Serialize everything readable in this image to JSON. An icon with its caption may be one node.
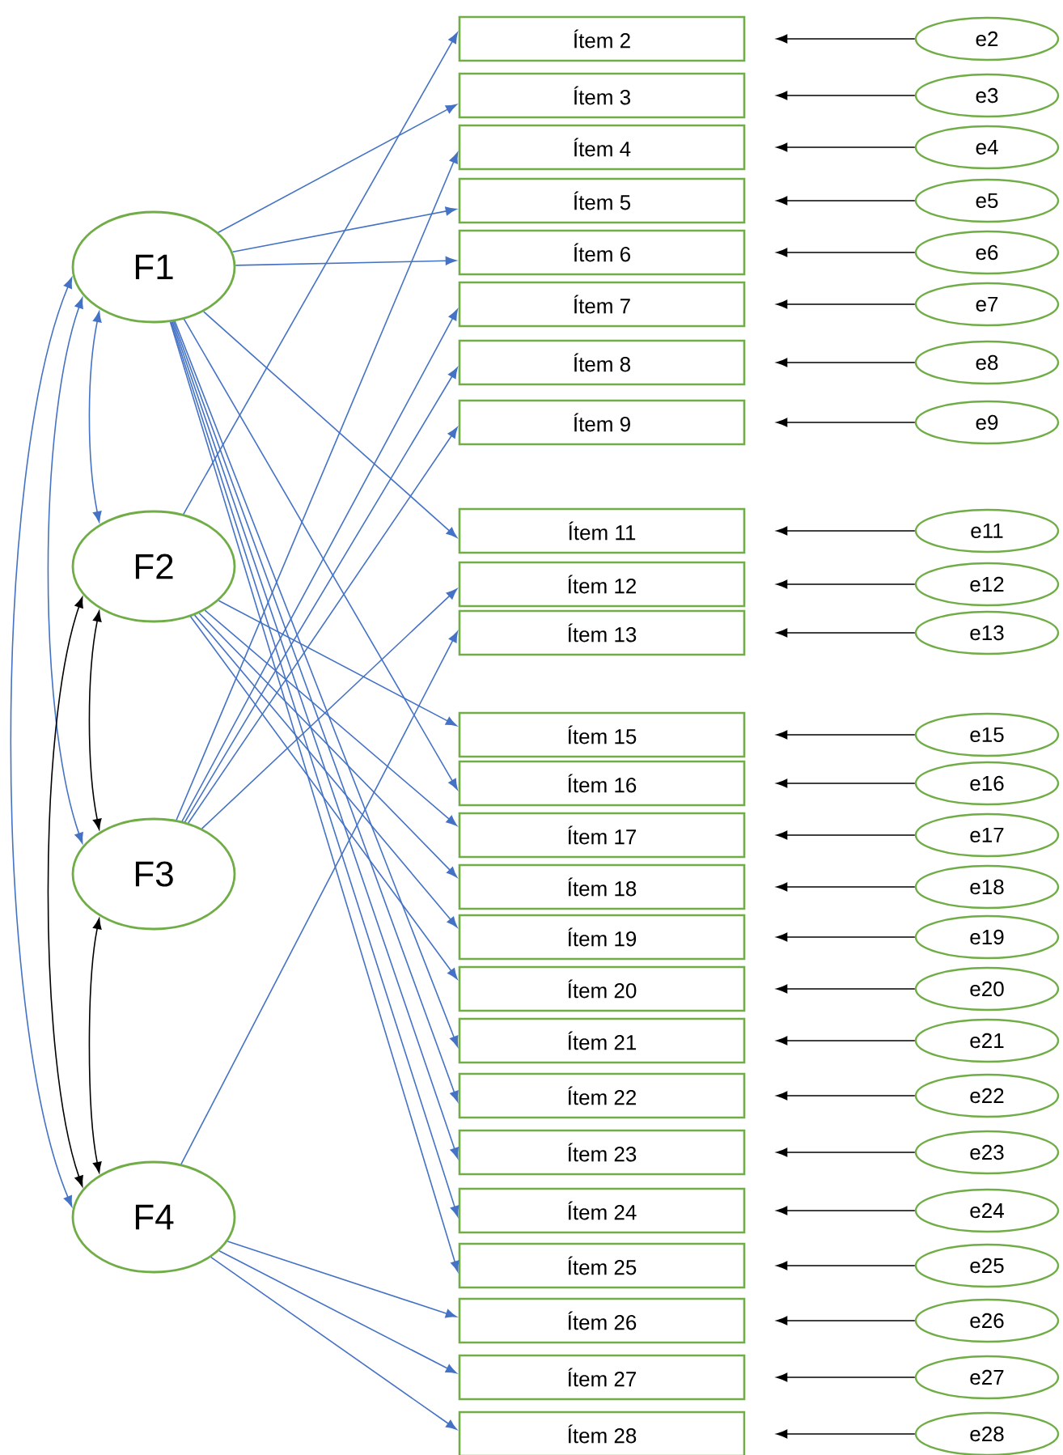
{
  "diagram": {
    "nodes": [
      {
        "text": [
          "F1"
        ]
      },
      {
        "text": [
          "F2"
        ]
      },
      {
        "text": [
          "F3"
        ]
      },
      {
        "text": [
          "F4"
        ]
      },
      {
        "text": [
          "Ítem 2"
        ]
      },
      {
        "text": [
          "Ítem 3"
        ]
      },
      {
        "text": [
          "Ítem 4"
        ]
      },
      {
        "text": [
          "Ítem 5"
        ]
      },
      {
        "text": [
          "Ítem 6"
        ]
      },
      {
        "text": [
          "Ítem 7"
        ]
      },
      {
        "text": [
          "Ítem 8"
        ]
      },
      {
        "text": [
          "Ítem 9"
        ]
      },
      {
        "text": [
          "Ítem 11"
        ]
      },
      {
        "text": [
          "Ítem 12"
        ]
      },
      {
        "text": [
          "Ítem 13"
        ]
      },
      {
        "text": [
          "Ítem 15"
        ]
      },
      {
        "text": [
          "Ítem 16"
        ]
      },
      {
        "text": [
          "Ítem 17"
        ]
      },
      {
        "text": [
          "Ítem 18"
        ]
      },
      {
        "text": [
          "Ítem 19"
        ]
      },
      {
        "text": [
          "Ítem 20"
        ]
      },
      {
        "text": [
          "Ítem 21"
        ]
      },
      {
        "text": [
          "Ítem 22"
        ]
      },
      {
        "text": [
          "Ítem 23"
        ]
      },
      {
        "text": [
          "Ítem 24"
        ]
      },
      {
        "text": [
          "Ítem 25"
        ]
      },
      {
        "text": [
          "Ítem 26"
        ]
      },
      {
        "text": [
          "Ítem 27"
        ]
      },
      {
        "text": [
          "Ítem 28"
        ]
      },
      {
        "text": [
          "e2"
        ]
      },
      {
        "text": [
          "e3"
        ]
      },
      {
        "text": [
          "e4"
        ]
      },
      {
        "text": [
          "e5"
        ]
      },
      {
        "text": [
          "e6"
        ]
      },
      {
        "text": [
          "e7"
        ]
      },
      {
        "text": [
          "e8"
        ]
      },
      {
        "text": [
          "e9"
        ]
      },
      {
        "text": [
          "e11"
        ]
      },
      {
        "text": [
          "e12"
        ]
      },
      {
        "text": [
          "e13"
        ]
      },
      {
        "text": [
          "e15"
        ]
      },
      {
        "text": [
          "e16"
        ]
      },
      {
        "text": [
          "e17"
        ]
      },
      {
        "text": [
          "e18"
        ]
      },
      {
        "text": [
          "e19"
        ]
      },
      {
        "text": [
          "e20"
        ]
      },
      {
        "text": [
          "e21"
        ]
      },
      {
        "text": [
          "e22"
        ]
      },
      {
        "text": [
          "e23"
        ]
      },
      {
        "text": [
          "e24"
        ]
      },
      {
        "text": [
          "e25"
        ]
      },
      {
        "text": [
          "e26"
        ]
      },
      {
        "text": [
          "e27"
        ]
      },
      {
        "text": [
          "e28"
        ]
      }
    ],
    "edges": [
      {
        "from": 0,
        "to": 5,
        "arrow": "to"
      },
      {
        "from": 0,
        "to": 7,
        "arrow": "to"
      },
      {
        "from": 0,
        "to": 8,
        "arrow": "to"
      },
      {
        "from": 0,
        "to": 12,
        "arrow": "to"
      },
      {
        "from": 0,
        "to": 16,
        "arrow": "to"
      },
      {
        "from": 0,
        "to": 21,
        "arrow": "to"
      },
      {
        "from": 0,
        "to": 22,
        "arrow": "to"
      },
      {
        "from": 0,
        "to": 23,
        "arrow": "to"
      },
      {
        "from": 0,
        "to": 24,
        "arrow": "to"
      },
      {
        "from": 0,
        "to": 25,
        "arrow": "to"
      },
      {
        "from": 1,
        "to": 4,
        "arrow": "to"
      },
      {
        "from": 1,
        "to": 15,
        "arrow": "to"
      },
      {
        "from": 1,
        "to": 17,
        "arrow": "to"
      },
      {
        "from": 1,
        "to": 18,
        "arrow": "to"
      },
      {
        "from": 1,
        "to": 19,
        "arrow": "to"
      },
      {
        "from": 1,
        "to": 20,
        "arrow": "to"
      },
      {
        "from": 2,
        "to": 6,
        "arrow": "to"
      },
      {
        "from": 2,
        "to": 9,
        "arrow": "to"
      },
      {
        "from": 2,
        "to": 10,
        "arrow": "to"
      },
      {
        "from": 2,
        "to": 11,
        "arrow": "to"
      },
      {
        "from": 2,
        "to": 13,
        "arrow": "to"
      },
      {
        "from": 3,
        "to": 14,
        "arrow": "to"
      },
      {
        "from": 3,
        "to": 26,
        "arrow": "to"
      },
      {
        "from": 3,
        "to": 27,
        "arrow": "to"
      },
      {
        "from": 3,
        "to": 28,
        "arrow": "to"
      },
      {
        "from": 0,
        "to": 1,
        "arrow": "both"
      },
      {
        "from": 0,
        "to": 2,
        "arrow": "both"
      },
      {
        "from": 0,
        "to": 3,
        "arrow": "both"
      },
      {
        "from": 1,
        "to": 2,
        "arrow": "both",
        "color": "#000000"
      },
      {
        "from": 1,
        "to": 3,
        "arrow": "both",
        "color": "#000000"
      },
      {
        "from": 2,
        "to": 3,
        "arrow": "both",
        "color": "#000000"
      },
      {
        "from": 29,
        "to": 4,
        "arrow": "to",
        "color": "#000000"
      },
      {
        "from": 30,
        "to": 5,
        "arrow": "to",
        "color": "#000000"
      },
      {
        "from": 31,
        "to": 6,
        "arrow": "to",
        "color": "#000000"
      },
      {
        "from": 32,
        "to": 7,
        "arrow": "to",
        "color": "#000000"
      },
      {
        "from": 33,
        "to": 8,
        "arrow": "to",
        "color": "#000000"
      },
      {
        "from": 34,
        "to": 9,
        "arrow": "to",
        "color": "#000000"
      },
      {
        "from": 35,
        "to": 10,
        "arrow": "to",
        "color": "#000000"
      },
      {
        "from": 36,
        "to": 11,
        "arrow": "to",
        "color": "#000000"
      },
      {
        "from": 37,
        "to": 12,
        "arrow": "to",
        "color": "#000000"
      },
      {
        "from": 38,
        "to": 13,
        "arrow": "to",
        "color": "#000000"
      },
      {
        "from": 39,
        "to": 14,
        "arrow": "to",
        "color": "#000000"
      },
      {
        "from": 40,
        "to": 15,
        "arrow": "to",
        "color": "#000000"
      },
      {
        "from": 41,
        "to": 16,
        "arrow": "to",
        "color": "#000000"
      },
      {
        "from": 42,
        "to": 17,
        "arrow": "to",
        "color": "#000000"
      },
      {
        "from": 43,
        "to": 18,
        "arrow": "to",
        "color": "#000000"
      },
      {
        "from": 44,
        "to": 19,
        "arrow": "to",
        "color": "#000000"
      },
      {
        "from": 45,
        "to": 20,
        "arrow": "to",
        "color": "#000000"
      },
      {
        "from": 46,
        "to": 21,
        "arrow": "to",
        "color": "#000000"
      },
      {
        "from": 47,
        "to": 22,
        "arrow": "to",
        "color": "#000000"
      },
      {
        "from": 48,
        "to": 23,
        "arrow": "to",
        "color": "#000000"
      },
      {
        "from": 49,
        "to": 24,
        "arrow": "to",
        "color": "#000000"
      },
      {
        "from": 50,
        "to": 25,
        "arrow": "to",
        "color": "#000000"
      },
      {
        "from": 51,
        "to": 26,
        "arrow": "to",
        "color": "#000000"
      },
      {
        "from": 52,
        "to": 27,
        "arrow": "to",
        "color": "#000000"
      },
      {
        "from": 53,
        "to": 28,
        "arrow": "to",
        "color": "#000000"
      }
    ]
  }
}
